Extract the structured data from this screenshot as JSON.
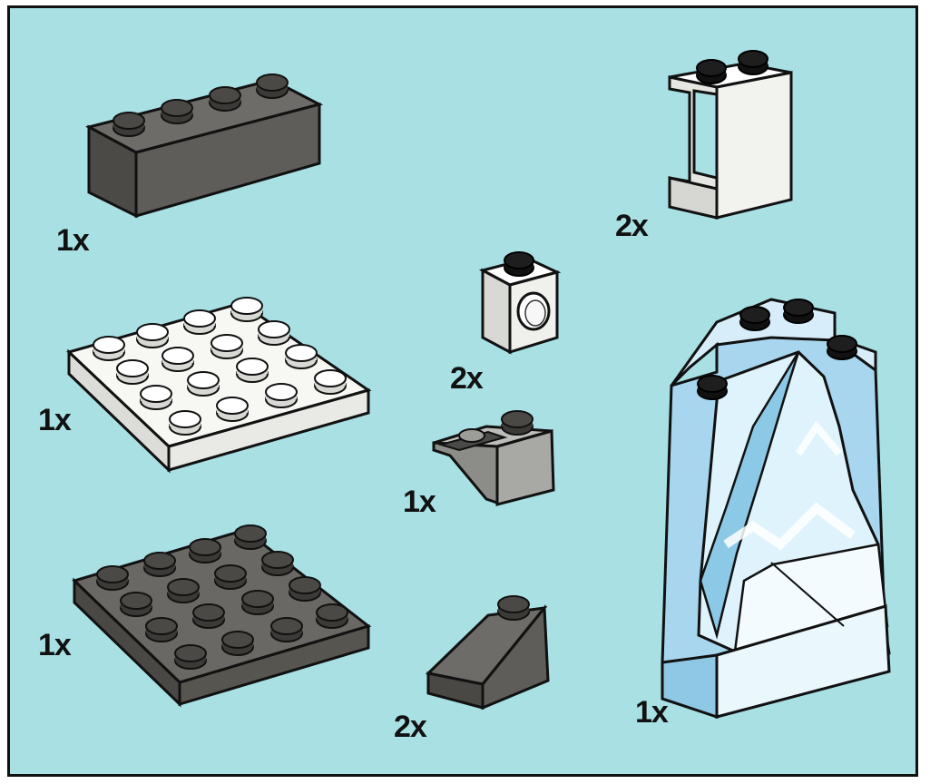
{
  "page": {
    "background": "#a8e0e4",
    "border_color": "#111111"
  },
  "parts": [
    {
      "name": "dark-gray-brick-1x4",
      "color": "#5f5d59",
      "quantity": "1x"
    },
    {
      "name": "white-panel-1x2x2",
      "color": "#f2f2ee",
      "quantity": "2x"
    },
    {
      "name": "white-plate-4x4",
      "color": "#f4f4f0",
      "quantity": "1x"
    },
    {
      "name": "white-technic-brick-1x1",
      "color": "#f0f0ec",
      "quantity": "2x"
    },
    {
      "name": "gray-inverted-slope-2x1",
      "color": "#a8a8a4",
      "quantity": "1x"
    },
    {
      "name": "dark-gray-plate-4x4",
      "color": "#5f5d59",
      "quantity": "1x"
    },
    {
      "name": "dark-gray-slope-2x1",
      "color": "#5f5d59",
      "quantity": "2x"
    },
    {
      "name": "ice-rock-panel",
      "color": "#c6e7f5",
      "quantity": "1x"
    }
  ]
}
